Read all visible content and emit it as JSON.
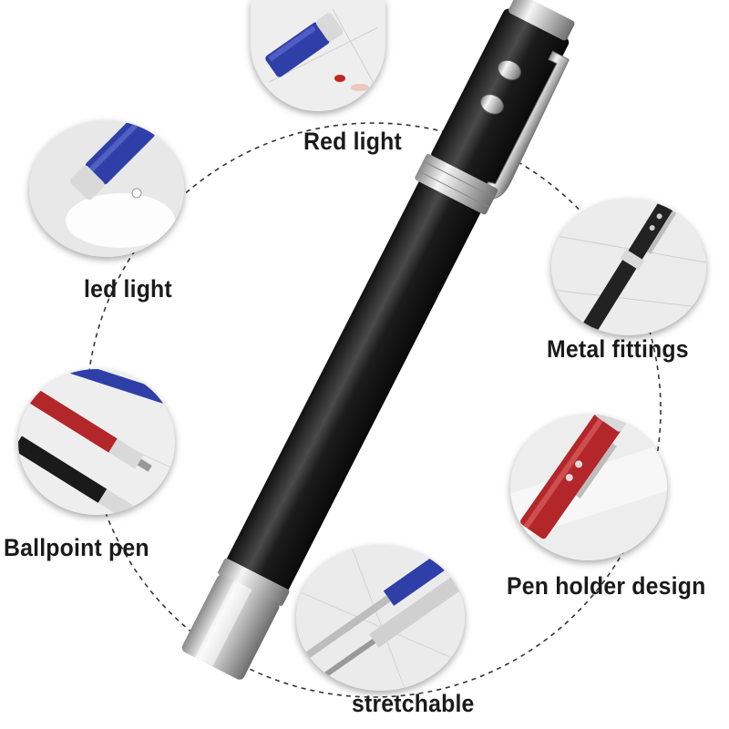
{
  "features": [
    {
      "id": "red-light",
      "label": "Red light"
    },
    {
      "id": "led-light",
      "label": "led light"
    },
    {
      "id": "metal-fittings",
      "label": "Metal fittings"
    },
    {
      "id": "ballpoint-pen",
      "label": "Ballpoint pen"
    },
    {
      "id": "pen-holder-design",
      "label": "Pen holder design"
    },
    {
      "id": "stretchable",
      "label": "stretchable"
    }
  ],
  "colors": {
    "pen_body": "#2a2a2a",
    "chrome": "#d9d9d9",
    "blue_barrel": "#2f3fa8",
    "red_barrel": "#b3262a",
    "label_text": "#1a1a1a",
    "dashed_circle": "#333333"
  }
}
